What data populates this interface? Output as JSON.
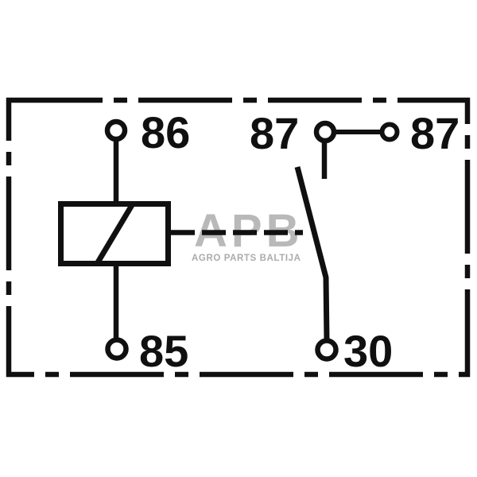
{
  "diagram": {
    "kind": "relay-wiring-schematic",
    "terminals": [
      {
        "id": "86",
        "label": "86"
      },
      {
        "id": "87",
        "label": "87"
      },
      {
        "id": "87b",
        "label": "87"
      },
      {
        "id": "85",
        "label": "85"
      },
      {
        "id": "30",
        "label": "30"
      }
    ],
    "watermark": {
      "logo": "APB",
      "tagline": "AGRO PARTS BALTIJA"
    },
    "colors": {
      "line": "#101010",
      "background": "#ffffff",
      "watermark_logo": "#b9b9b9",
      "watermark_tagline": "#ababab"
    }
  }
}
